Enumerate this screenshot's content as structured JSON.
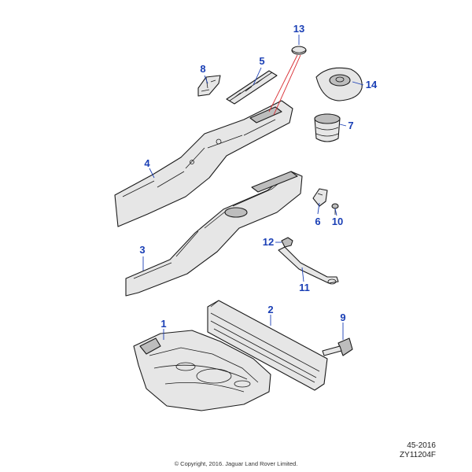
{
  "callouts": [
    {
      "label": "1"
    },
    {
      "label": "2"
    },
    {
      "label": "3"
    },
    {
      "label": "4"
    },
    {
      "label": "5"
    },
    {
      "label": "6"
    },
    {
      "label": "7"
    },
    {
      "label": "8"
    },
    {
      "label": "9"
    },
    {
      "label": "10"
    },
    {
      "label": "11"
    },
    {
      "label": "12"
    },
    {
      "label": "13"
    },
    {
      "label": "14"
    }
  ],
  "reference": {
    "code": "45-2016",
    "id": "ZY11204F"
  },
  "copyright": "© Copyright, 2016. Jaguar Land Rover Limited.",
  "colors": {
    "callout": "#1a3fb5",
    "leader_highlight": "#d8282f",
    "line": "#1b1b1b"
  }
}
